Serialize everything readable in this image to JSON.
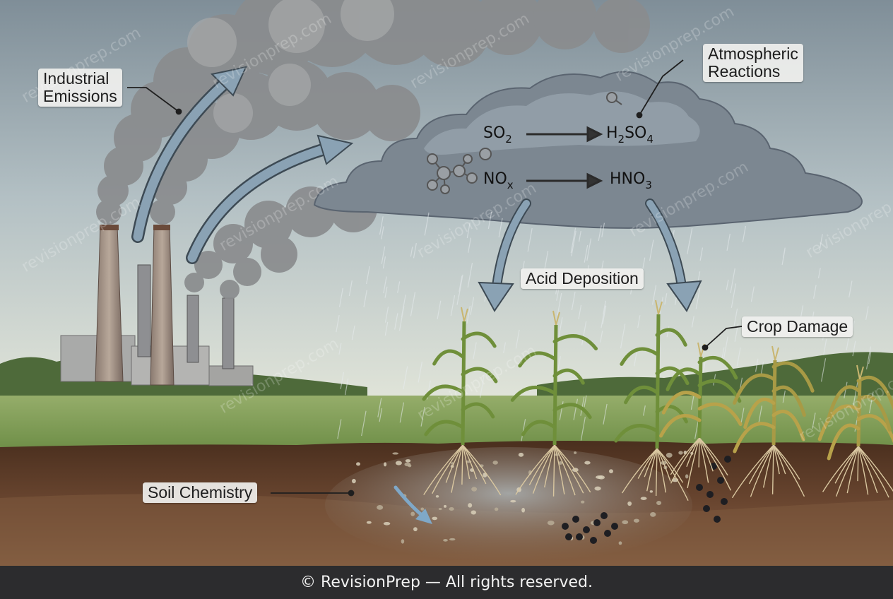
{
  "labels": {
    "industrial_line1": "Industrial",
    "industrial_line2": "Emissions",
    "atmospheric_line1": "Atmospheric",
    "atmospheric_line2": "Reactions",
    "acid_deposition": "Acid Deposition",
    "crop_damage": "Crop Damage",
    "soil_chemistry": "Soil Chemistry"
  },
  "reactions": {
    "r1_from": {
      "base": "SO",
      "sub": "2"
    },
    "r1_to": {
      "p1": "H",
      "s1": "2",
      "p2": "SO",
      "s2": "4"
    },
    "r2_from": {
      "base": "NO",
      "sub": "x"
    },
    "r2_to": {
      "base": "HNO",
      "sub": "3"
    }
  },
  "watermark": "revisionprep.com",
  "footer": "© RevisionPrep — All rights reserved.",
  "colors": {
    "sky": "#aab8c0",
    "smoke": "#8a8c8e",
    "cloud": "#7a8590",
    "field": "#7fa05a",
    "soil": "#5a3a24",
    "arrow": "#8aa2b4",
    "footer_bg": "#2c2c2e"
  }
}
